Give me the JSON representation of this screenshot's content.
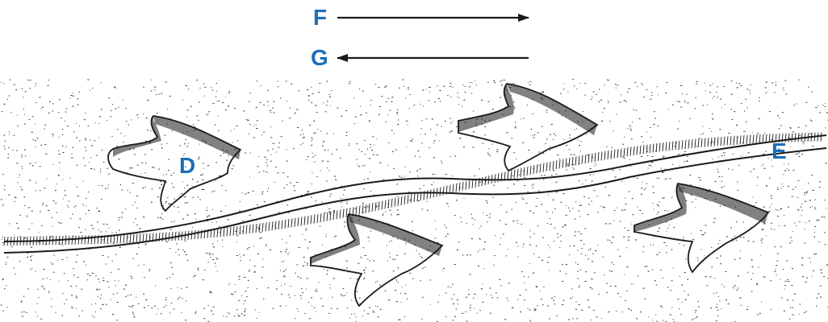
{
  "labels": {
    "arrow_right": "F",
    "arrow_left": "G",
    "dune_label": "D",
    "channel_label": "E"
  },
  "colors": {
    "label_blue": "#1a6fb8",
    "ink": "#1a1a1a",
    "background": "#ffffff"
  },
  "icons": {
    "arrow_right": "arrow-right-icon",
    "arrow_left": "arrow-left-icon"
  }
}
